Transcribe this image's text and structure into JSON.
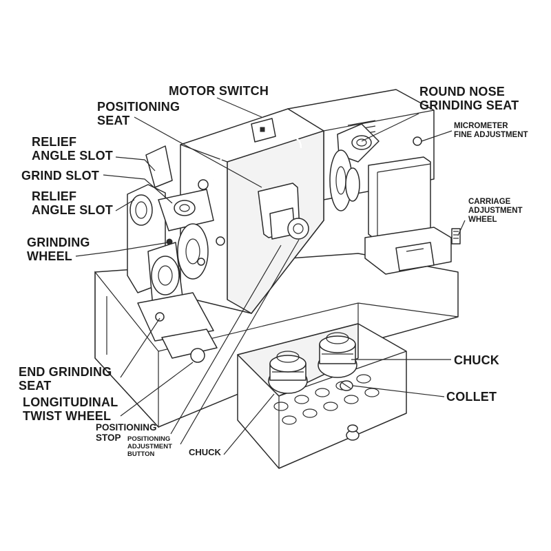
{
  "labels": {
    "motor_switch": "MOTOR SWITCH",
    "positioning_seat": [
      "POSITIONING",
      "SEAT"
    ],
    "round_nose_grinding_seat": [
      "ROUND NOSE",
      "GRINDING SEAT"
    ],
    "micrometer_fine_adjustment": [
      "MICROMETER",
      "FINE ADJUSTMENT"
    ],
    "relief_angle_slot_top": [
      "RELIEF",
      "ANGLE SLOT"
    ],
    "grind_slot": "GRIND SLOT",
    "relief_angle_slot_bottom": [
      "RELIEF",
      "ANGLE SLOT"
    ],
    "carriage_adjustment_wheel": [
      "CARRIAGE",
      "ADJUSTMENT",
      "WHEEL"
    ],
    "grinding_wheel": [
      "GRINDING",
      "WHEEL"
    ],
    "end_grinding_seat": [
      "END GRINDING",
      "SEAT"
    ],
    "longitudinal_twist_wheel": [
      "LONGITUDINAL",
      "TWIST WHEEL"
    ],
    "positioning_stop": [
      "POSITIONING",
      "STOP"
    ],
    "positioning_adjustment_button": [
      "POSITIONING",
      "ADJUSTMENT",
      "BUTTON"
    ],
    "chuck_bottom": "CHUCK",
    "chuck_right": "CHUCK",
    "collet": "COLLET"
  }
}
